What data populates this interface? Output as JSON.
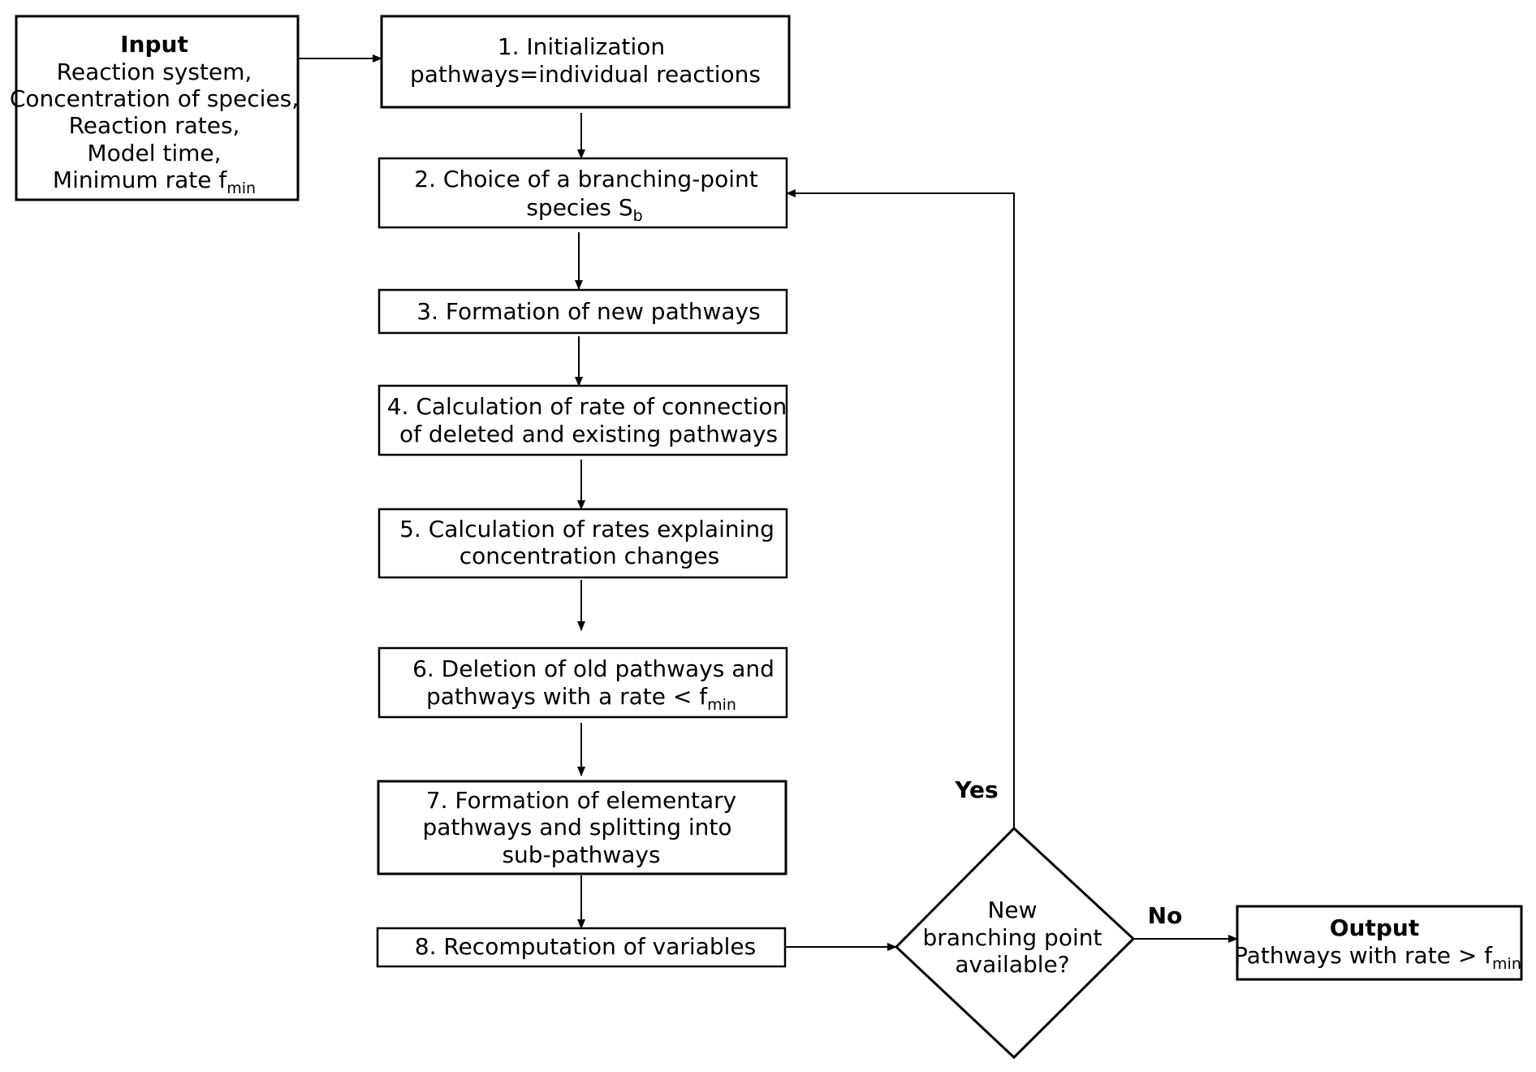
{
  "input": {
    "title": "Input",
    "lines": [
      "Reaction system,",
      "Concentration of species,",
      "Reaction rates,",
      "Model time,"
    ],
    "last_prefix": "Minimum rate f",
    "last_sub": "min"
  },
  "steps": [
    {
      "lines": [
        "1. Initialization",
        "pathways=individual reactions"
      ]
    },
    {
      "line1": "2. Choice of a branching-point",
      "line2_prefix": "species S",
      "line2_sub": "b"
    },
    {
      "lines": [
        "3. Formation of new pathways"
      ]
    },
    {
      "lines": [
        "4. Calculation of rate of connection",
        "of deleted  and existing pathways"
      ]
    },
    {
      "lines": [
        "5. Calculation of rates explaining",
        "concentration changes"
      ]
    },
    {
      "line1": "6. Deletion of old pathways and",
      "line2_prefix": "pathways with a rate < f",
      "line2_sub": "min"
    },
    {
      "lines": [
        "7. Formation of elementary",
        "pathways and splitting into",
        "sub-pathways"
      ]
    },
    {
      "lines": [
        "8. Recomputation of variables"
      ]
    }
  ],
  "decision": {
    "lines": [
      "New",
      "branching point",
      "available?"
    ],
    "yes_label": "Yes",
    "no_label": "No"
  },
  "output": {
    "title": "Output",
    "line_prefix": "Pathways with rate > f",
    "line_sub": "min"
  }
}
